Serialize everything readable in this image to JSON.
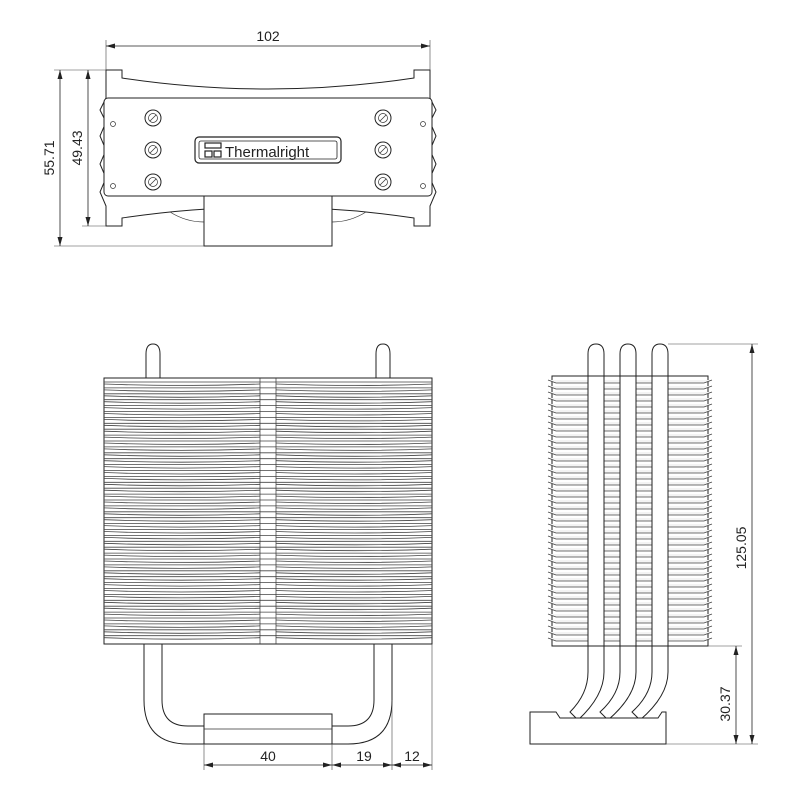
{
  "brand": "Thermalright",
  "dimensions": {
    "width_top": "102",
    "height_total": "55.71",
    "height_plate": "49.43",
    "base_width": "40",
    "offset_base": "19",
    "offset_edge": "12",
    "height_heatsink": "125.05",
    "height_heatpipe": "30.37"
  }
}
